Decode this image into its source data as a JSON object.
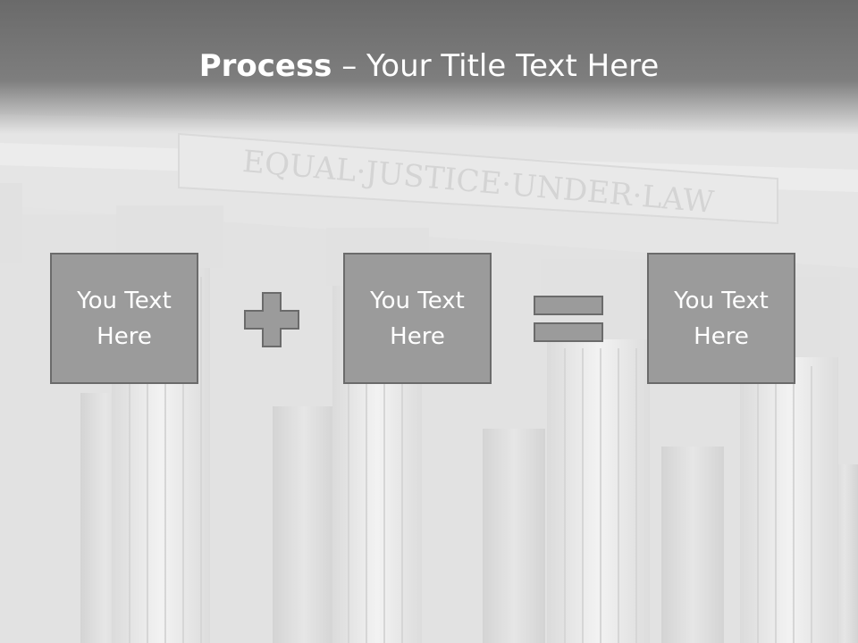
{
  "slide": {
    "title_bold": "Process",
    "title_rest": " – Your Title Text Here",
    "background_inscription": "EQUAL·JUSTICE·UNDER·LAW",
    "boxes": [
      {
        "text": "You Text Here"
      },
      {
        "text": "You Text Here"
      },
      {
        "text": "You Text Here"
      }
    ],
    "operators": [
      "plus-icon",
      "equals-icon"
    ]
  },
  "colors": {
    "box_fill": "#9b9b9b",
    "box_border": "#6b6b6b",
    "operator_fill": "#9b9b9b",
    "title_text": "#ffffff"
  }
}
